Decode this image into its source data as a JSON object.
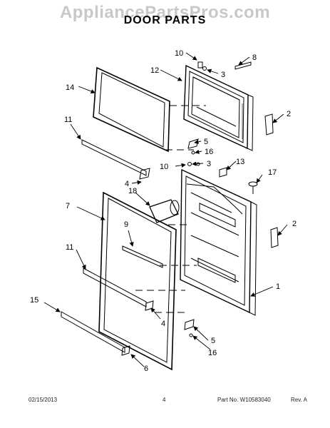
{
  "watermark": "AppliancePartsPros.com",
  "title": "DOOR PARTS",
  "callouts": {
    "c10a": "10",
    "c8": "8",
    "c12": "12",
    "c3a": "3",
    "c14": "14",
    "c2a": "2",
    "c11a": "11",
    "c5a": "5",
    "c16a": "16",
    "c13": "13",
    "c3b": "3",
    "c10b": "10",
    "c17": "17",
    "c4a": "4",
    "c18": "18",
    "c7": "7",
    "c9": "9",
    "c2b": "2",
    "c11b": "11",
    "c1": "1",
    "c15": "15",
    "c4b": "4",
    "c5b": "5",
    "c16b": "16",
    "c6": "6"
  },
  "footer": {
    "date": "02/15/2013",
    "page": "4",
    "part_no": "Part No.  W10583040",
    "rev": "Rev.  A"
  }
}
